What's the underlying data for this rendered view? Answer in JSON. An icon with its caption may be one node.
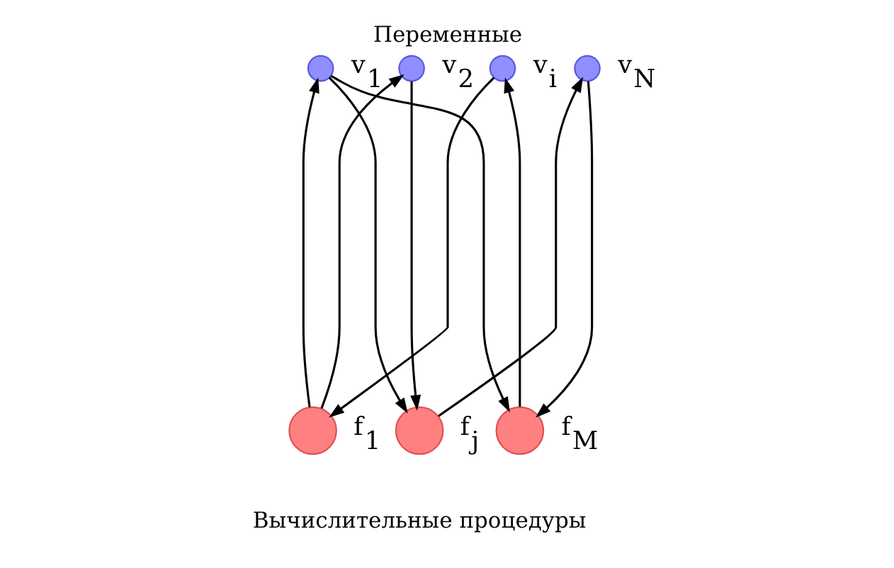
{
  "diagram": {
    "title": "Переменные",
    "caption": "Вычислительные процедуры",
    "nodes": [
      {
        "text": [],
        "shape": "circle",
        "beside": [
          "v$_{1}$"
        ]
      },
      {
        "text": [],
        "shape": "circle",
        "beside": [
          "v$_{2}$"
        ]
      },
      {
        "text": [],
        "shape": "circle",
        "beside": [
          "v$_{i}$"
        ]
      },
      {
        "text": [],
        "shape": "circle",
        "beside": [
          "v$_{N}$"
        ]
      },
      {
        "text": [],
        "shape": "circle",
        "beside": [
          "f$_{1}$"
        ]
      },
      {
        "text": [],
        "shape": "circle",
        "beside": [
          "f$_{j}$"
        ]
      },
      {
        "text": [],
        "shape": "circle",
        "beside": [
          "f$_{M}$"
        ]
      }
    ],
    "edges": [
      {
        "from": 4,
        "to": 0,
        "arrow": "to"
      },
      {
        "from": 4,
        "to": 1,
        "arrow": "to"
      },
      {
        "from": 2,
        "to": 4,
        "arrow": "to"
      },
      {
        "from": 0,
        "to": 5,
        "arrow": "to"
      },
      {
        "from": 1,
        "to": 5,
        "arrow": "to"
      },
      {
        "from": 0,
        "to": 6,
        "arrow": "to"
      },
      {
        "from": 5,
        "to": 3,
        "arrow": "to"
      },
      {
        "from": 6,
        "to": 2,
        "arrow": "to"
      },
      {
        "from": 3,
        "to": 6,
        "arrow": "to"
      }
    ]
  }
}
